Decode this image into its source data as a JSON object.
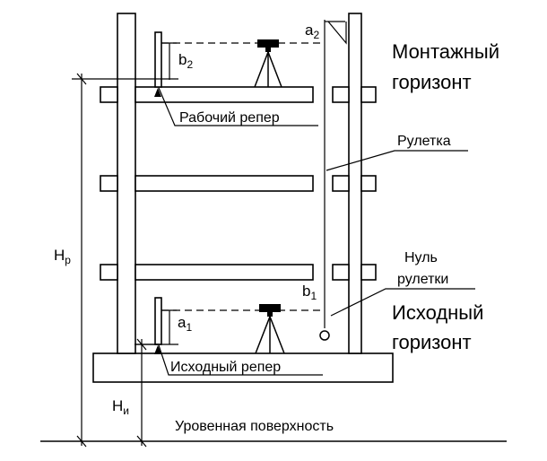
{
  "labels": {
    "mount_horizon_1": "Монтажный",
    "mount_horizon_2": "горизонт",
    "work_benchmark": "Рабочий репер",
    "tape": "Рулетка",
    "tape_zero_1": "Нуль",
    "tape_zero_2": "рулетки",
    "source_horizon_1": "Исходный",
    "source_horizon_2": "горизонт",
    "source_benchmark": "Исходный репер",
    "level_surface": "Уровенная поверхность"
  },
  "symbols": {
    "a2": {
      "base": "a",
      "sub": "2"
    },
    "b2": {
      "base": "b",
      "sub": "2"
    },
    "b1": {
      "base": "b",
      "sub": "1"
    },
    "a1": {
      "base": "a",
      "sub": "1"
    },
    "hp": {
      "base": "H",
      "sub": "р"
    },
    "hi": {
      "base": "H",
      "sub": "и"
    }
  }
}
